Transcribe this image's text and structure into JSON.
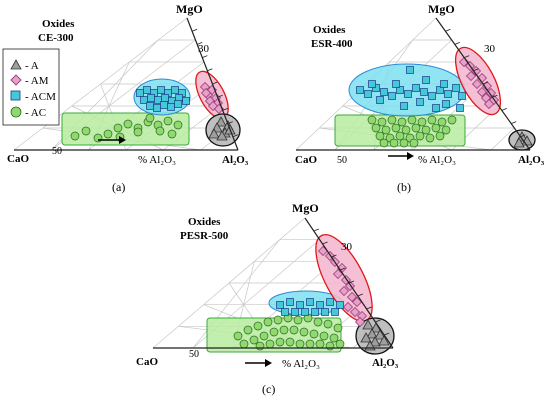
{
  "figure": {
    "legend": {
      "items": [
        {
          "symbol": "triangle",
          "label": "- A",
          "fill": "#9e9e9e",
          "stroke": "#333333"
        },
        {
          "symbol": "diamond",
          "label": "- AM",
          "fill": "#e8a0c8",
          "stroke": "#8a2a6a"
        },
        {
          "symbol": "square",
          "label": "- ACM",
          "fill": "#45c8d8",
          "stroke": "#1a3a8a"
        },
        {
          "symbol": "circle",
          "label": "- AC",
          "fill": "#90d870",
          "stroke": "#2a6a1a"
        }
      ]
    },
    "panels": [
      {
        "id": "a",
        "caption": "(a)",
        "title_line1": "Oxides",
        "title_line2": "CE-300",
        "apex_top": "MgO",
        "apex_left": "CaO",
        "apex_right": "Al₂O₃",
        "tick_30": "30",
        "tick_50": "50",
        "axis_label": "% Al₂O₃"
      },
      {
        "id": "b",
        "caption": "(b)",
        "title_line1": "Oxides",
        "title_line2": "ESR-400",
        "apex_top": "MgO",
        "apex_left": "CaO",
        "apex_right": "Al₂O₃",
        "tick_30": "30",
        "tick_50": "50",
        "axis_label": "% Al₂O₃"
      },
      {
        "id": "c",
        "caption": "(c)",
        "title_line1": "Oxides",
        "title_line2": "PESR-500",
        "apex_top": "MgO",
        "apex_left": "CaO",
        "apex_right": "Al₂O₃",
        "tick_30": "30",
        "tick_50": "50",
        "axis_label": "% Al₂O₃"
      }
    ],
    "colors": {
      "green_region": "#b8eca0",
      "green_edge": "#3aa83a",
      "cyan_region": "#7ee0f0",
      "cyan_edge": "#2a8ad8",
      "pink_region": "#f4b8d0",
      "pink_edge": "#e01818",
      "gray_region": "#bcbcbc",
      "gray_edge": "#111111",
      "grid": "#c8c8c8",
      "axis": "#222222"
    }
  }
}
